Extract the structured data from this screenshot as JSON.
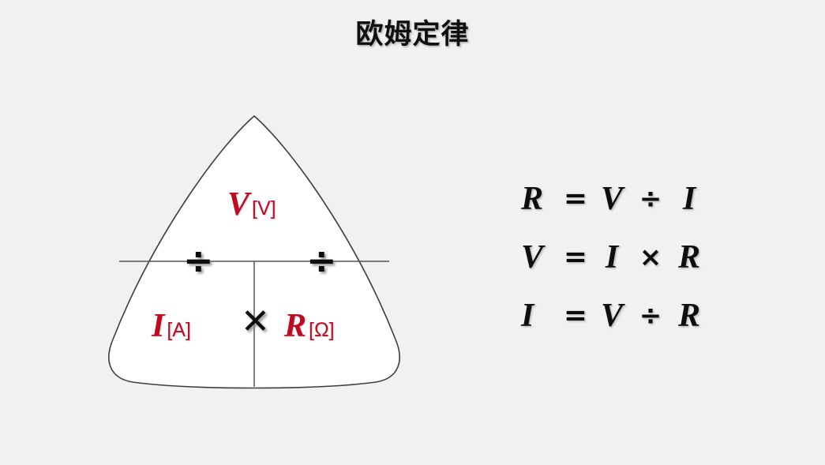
{
  "slide": {
    "title": "欧姆定律",
    "background_color": "#f1f1f1"
  },
  "colors": {
    "accent_red": "#bf0a22",
    "ink": "#0e0e0e",
    "outline": "#3d3d3d",
    "shape_fill": "#ffffff"
  },
  "diagram": {
    "name": "ohms-law-triangle",
    "shape": "rounded-triangle",
    "top_cell": {
      "symbol": "V",
      "unit": "[V]"
    },
    "bottom_left_cell": {
      "symbol": "I",
      "unit": "[A]"
    },
    "bottom_right_cell": {
      "symbol": "R",
      "unit": "[Ω]"
    },
    "operators": {
      "divide_left": "÷",
      "divide_right": "÷",
      "multiply": "✕"
    }
  },
  "formulas": [
    {
      "id": "formula-r",
      "lhs": "R",
      "equals": "=",
      "operand_a": "V",
      "operator": "÷",
      "operand_b": "I"
    },
    {
      "id": "formula-v",
      "lhs": "V",
      "equals": "=",
      "operand_a": "I",
      "operator": "×",
      "operand_b": "R"
    },
    {
      "id": "formula-i",
      "lhs": "I",
      "equals": "=",
      "operand_a": "V",
      "operator": "÷",
      "operand_b": "R"
    }
  ]
}
